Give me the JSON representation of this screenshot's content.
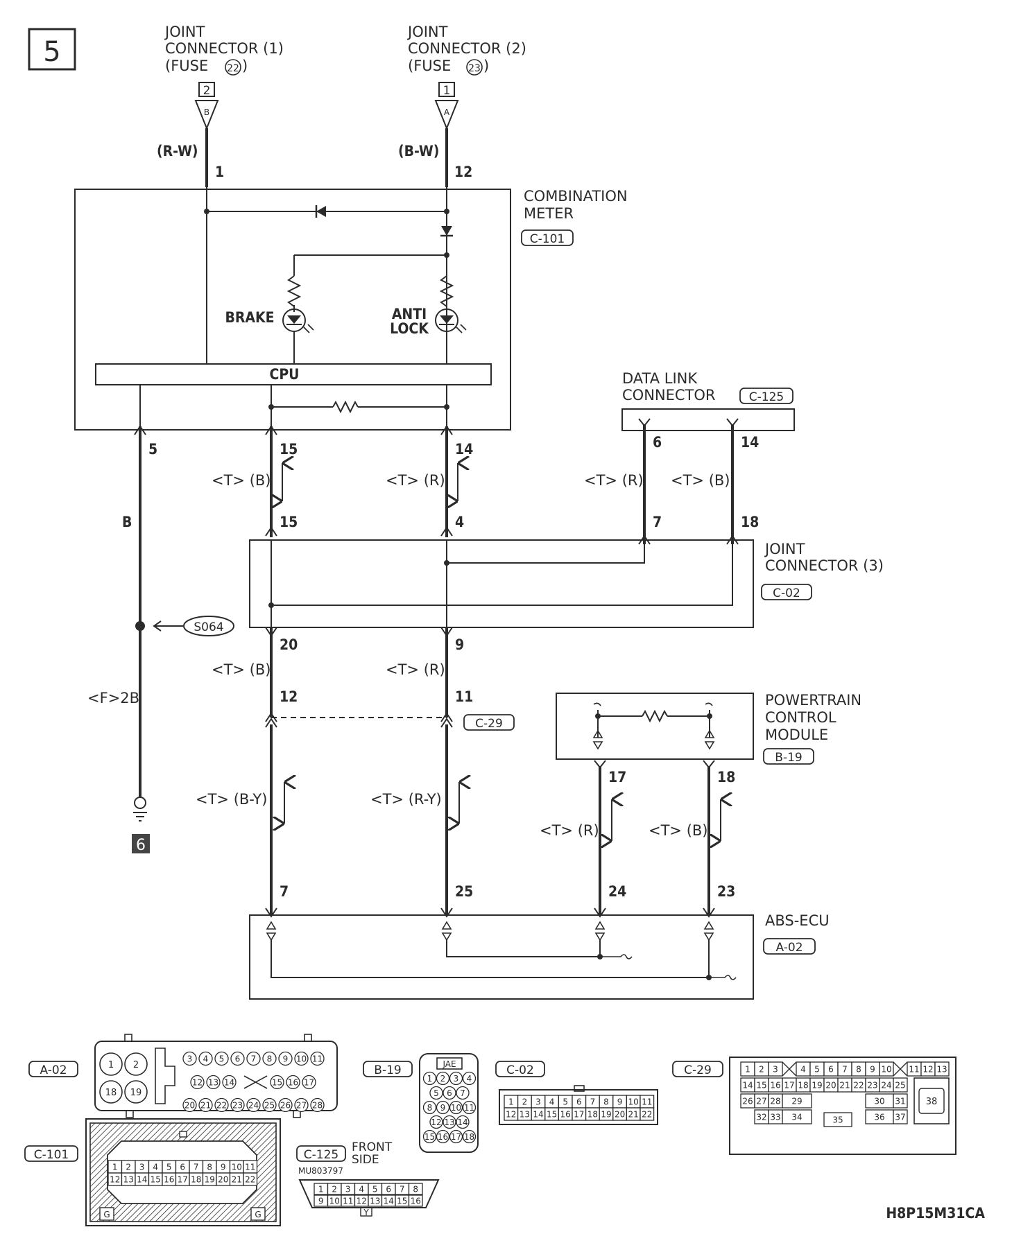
{
  "page": {
    "number": "5",
    "figure_code": "H8P15M31CA"
  },
  "power": {
    "left": {
      "line1": "JOINT",
      "line2": "CONNECTOR (1)",
      "line3": "(FUSE",
      "fuse_no": "22",
      "line3_end": ")",
      "box": "2",
      "letter": "B",
      "wire": "(R-W)",
      "pin": "1"
    },
    "right": {
      "line1": "JOINT",
      "line2": "CONNECTOR (2)",
      "line3": "(FUSE",
      "fuse_no": "23",
      "line3_end": ")",
      "box": "1",
      "letter": "A",
      "wire": "(B-W)",
      "pin": "12"
    }
  },
  "components": {
    "meter": {
      "line1": "COMBINATION",
      "line2": "METER",
      "code": "C-101",
      "cpu": "CPU",
      "brake": "BRAKE",
      "anti1": "ANTI",
      "anti2": "LOCK"
    },
    "dlc": {
      "line1": "DATA LINK",
      "line2": "CONNECTOR",
      "code": "C-125"
    },
    "jc3": {
      "line1": "JOINT",
      "line2": "CONNECTOR (3)",
      "code": "C-02"
    },
    "pcm": {
      "line1": "POWERTRAIN",
      "line2": "CONTROL",
      "line3": "MODULE",
      "code": "B-19"
    },
    "abs": {
      "line1": "ABS-ECU",
      "code": "A-02"
    },
    "c29": "C-29",
    "splice": "S064",
    "ground_no": "6"
  },
  "wires": {
    "ground": {
      "pin": "5",
      "color": "B",
      "via": "<F>2B"
    },
    "m15": {
      "pin_top": "15",
      "pin_bot": "15",
      "label": "<T> (B)"
    },
    "m14": {
      "pin_top": "14",
      "pin_bot": "4",
      "label": "<T> (R)"
    },
    "dlc6": {
      "pin_top": "6",
      "pin_bot": "7",
      "label": "<T> (R)"
    },
    "dlc14": {
      "pin_top": "14",
      "pin_bot": "18",
      "label": "<T> (B)"
    },
    "j20": {
      "pin_top": "20",
      "pin_bot": "12",
      "label": "<T> (B)"
    },
    "j9": {
      "pin_top": "9",
      "pin_bot": "11",
      "label": "<T> (R)"
    },
    "abs7": {
      "pin": "7",
      "label": "<T> (B-Y)"
    },
    "abs25": {
      "pin": "25",
      "label": "<T> (R-Y)"
    },
    "pcm17": {
      "pin_top": "17",
      "pin_bot": "24",
      "label": "<T> (R)"
    },
    "pcm18": {
      "pin_top": "18",
      "pin_bot": "23",
      "label": "<T> (B)"
    }
  },
  "connectors": {
    "a02": {
      "code": "A-02",
      "big": [
        "1",
        "2",
        "18",
        "19"
      ],
      "row1": [
        "3",
        "4",
        "5",
        "6",
        "7",
        "8",
        "9",
        "10",
        "11"
      ],
      "row2": [
        "12",
        "13",
        "14",
        "15",
        "16",
        "17"
      ],
      "row3": [
        "20",
        "21",
        "22",
        "23",
        "24",
        "25",
        "26",
        "27",
        "28"
      ]
    },
    "b19": {
      "code": "B-19",
      "jae": "JAE",
      "rows": [
        [
          "1",
          "2",
          "3",
          "4"
        ],
        [
          "5",
          "6",
          "7"
        ],
        [
          "8",
          "9",
          "10",
          "11"
        ],
        [
          "12",
          "13",
          "14"
        ],
        [
          "15",
          "16",
          "17",
          "18"
        ]
      ]
    },
    "c02": {
      "code": "C-02",
      "row1": [
        "1",
        "2",
        "3",
        "4",
        "5",
        "6",
        "7",
        "8",
        "9",
        "10",
        "11"
      ],
      "row2": [
        "12",
        "13",
        "14",
        "15",
        "16",
        "17",
        "18",
        "19",
        "20",
        "21",
        "22"
      ]
    },
    "c29": {
      "code": "C-29",
      "row1": [
        "1",
        "2",
        "3",
        "4",
        "5",
        "6",
        "7",
        "8",
        "9",
        "10",
        "11",
        "12",
        "13"
      ],
      "row2": [
        "14",
        "15",
        "16",
        "17",
        "18",
        "19",
        "20",
        "21",
        "22",
        "23",
        "24",
        "25"
      ],
      "row3": [
        "26",
        "27",
        "28",
        "29",
        "30",
        "31"
      ],
      "row4": [
        "32",
        "33",
        "34",
        "35",
        "36",
        "37"
      ],
      "big": "38"
    },
    "c101": {
      "code": "C-101",
      "row1": [
        "1",
        "2",
        "3",
        "4",
        "5",
        "6",
        "7",
        "8",
        "9",
        "10",
        "11"
      ],
      "row2": [
        "12",
        "13",
        "14",
        "15",
        "16",
        "17",
        "18",
        "19",
        "20",
        "21",
        "22"
      ],
      "g": "G"
    },
    "c125": {
      "code": "C-125",
      "front1": "FRONT",
      "front2": "SIDE",
      "part": "MU803797",
      "row1": [
        "1",
        "2",
        "3",
        "4",
        "5",
        "6",
        "7",
        "8"
      ],
      "row2": [
        "9",
        "10",
        "11",
        "12",
        "13",
        "14",
        "15",
        "16"
      ],
      "y": "Y"
    }
  },
  "colors": {
    "ink": "#2b2b2b",
    "background": "#ffffff",
    "badge": "#444444"
  }
}
